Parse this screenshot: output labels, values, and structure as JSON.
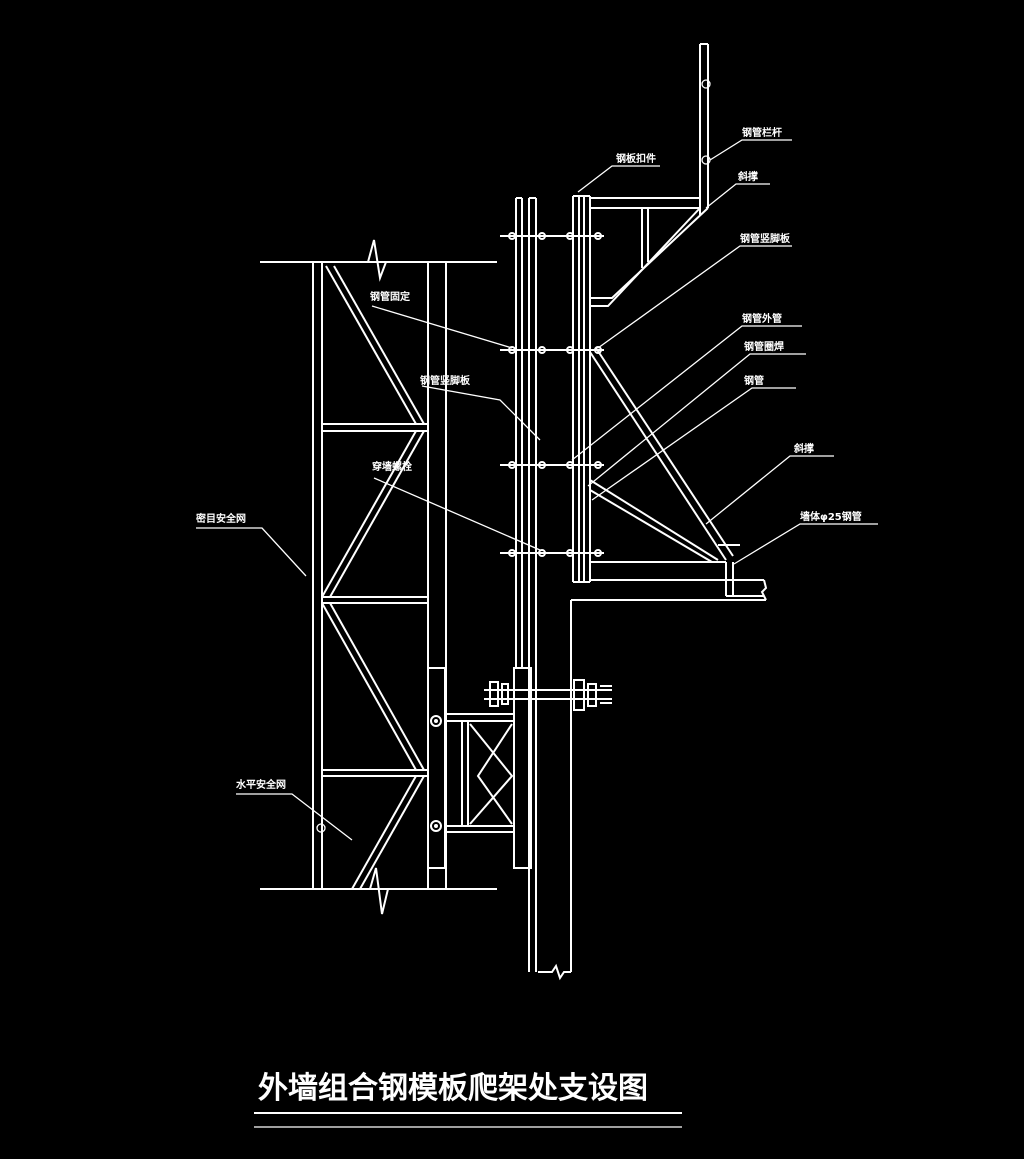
{
  "title": "外墙组合钢模板爬架处支设图",
  "labels": {
    "guardrail": "钢管栏杆",
    "bracket": "斜撑",
    "fixing": "钢管固定",
    "scaffold_board": "钢管竖脚板",
    "clamp": "钢板扣件",
    "outer_tube": "钢管外管",
    "steel_pipe_ring": "钢管圈焊",
    "steel_tube": "钢管",
    "diagonal": "斜撑",
    "embedded_pipe": "墙体φ25钢管",
    "top_bracket_label": "钢板扣件",
    "mid_plate": "钢管竖脚板",
    "wall_bolt": "穿墙螺栓",
    "dense_net": "密目安全网",
    "level_net": "水平安全网"
  }
}
